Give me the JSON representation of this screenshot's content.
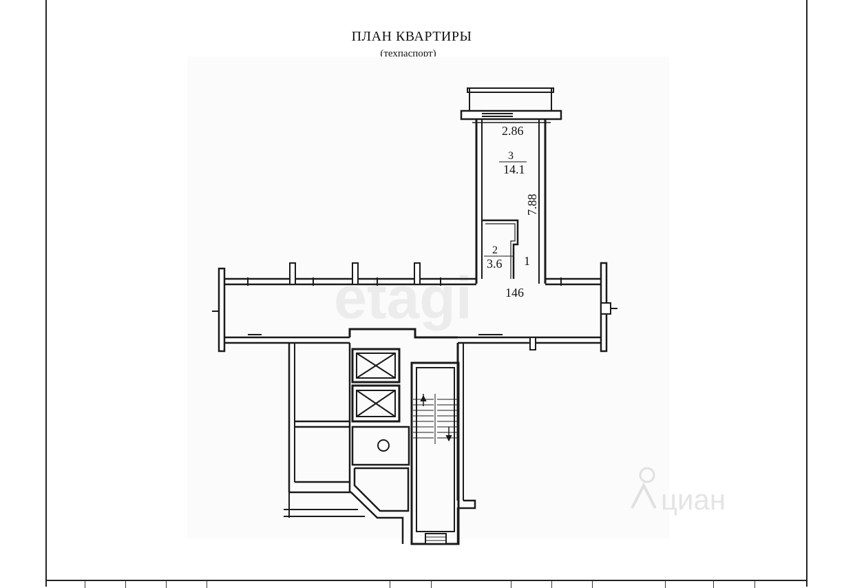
{
  "header": {
    "title": "ПЛАН КВАРТИРЫ",
    "subtitle": "(техпаспорт)"
  },
  "plan": {
    "room3_number": "3",
    "room3_area": "14.1",
    "room2_number": "2",
    "room2_area": "3.6",
    "room1_number": "1",
    "dim_width": "2.86",
    "dim_length": "7.88",
    "corridor_number": "146"
  },
  "watermarks": {
    "center": "etagi",
    "corner": "циан"
  },
  "colors": {
    "wall": "#1a1a1a",
    "paper": "#ffffff",
    "watermark": "#cfcfcf"
  }
}
